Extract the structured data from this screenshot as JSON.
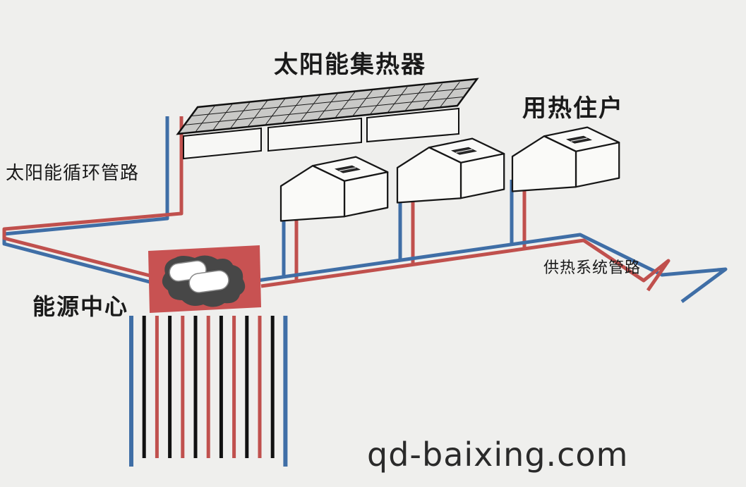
{
  "diagram": {
    "labels": {
      "solar_collector": "太阳能集热器",
      "heat_users": "用热住户",
      "solar_loop_pipes": "太阳能循环管路",
      "energy_center": "能源中心",
      "supply_pipes": "供热系统管路"
    },
    "watermark": "qd-baixing.com",
    "colors": {
      "background": "#efefed",
      "pipe_hot": "#c0504d",
      "pipe_cold": "#3f6ea6",
      "borehole_dark": "#111111",
      "energy_center_box": "#c85252",
      "panel_fill": "#c9c9c7",
      "text": "#1a1a1a"
    }
  }
}
